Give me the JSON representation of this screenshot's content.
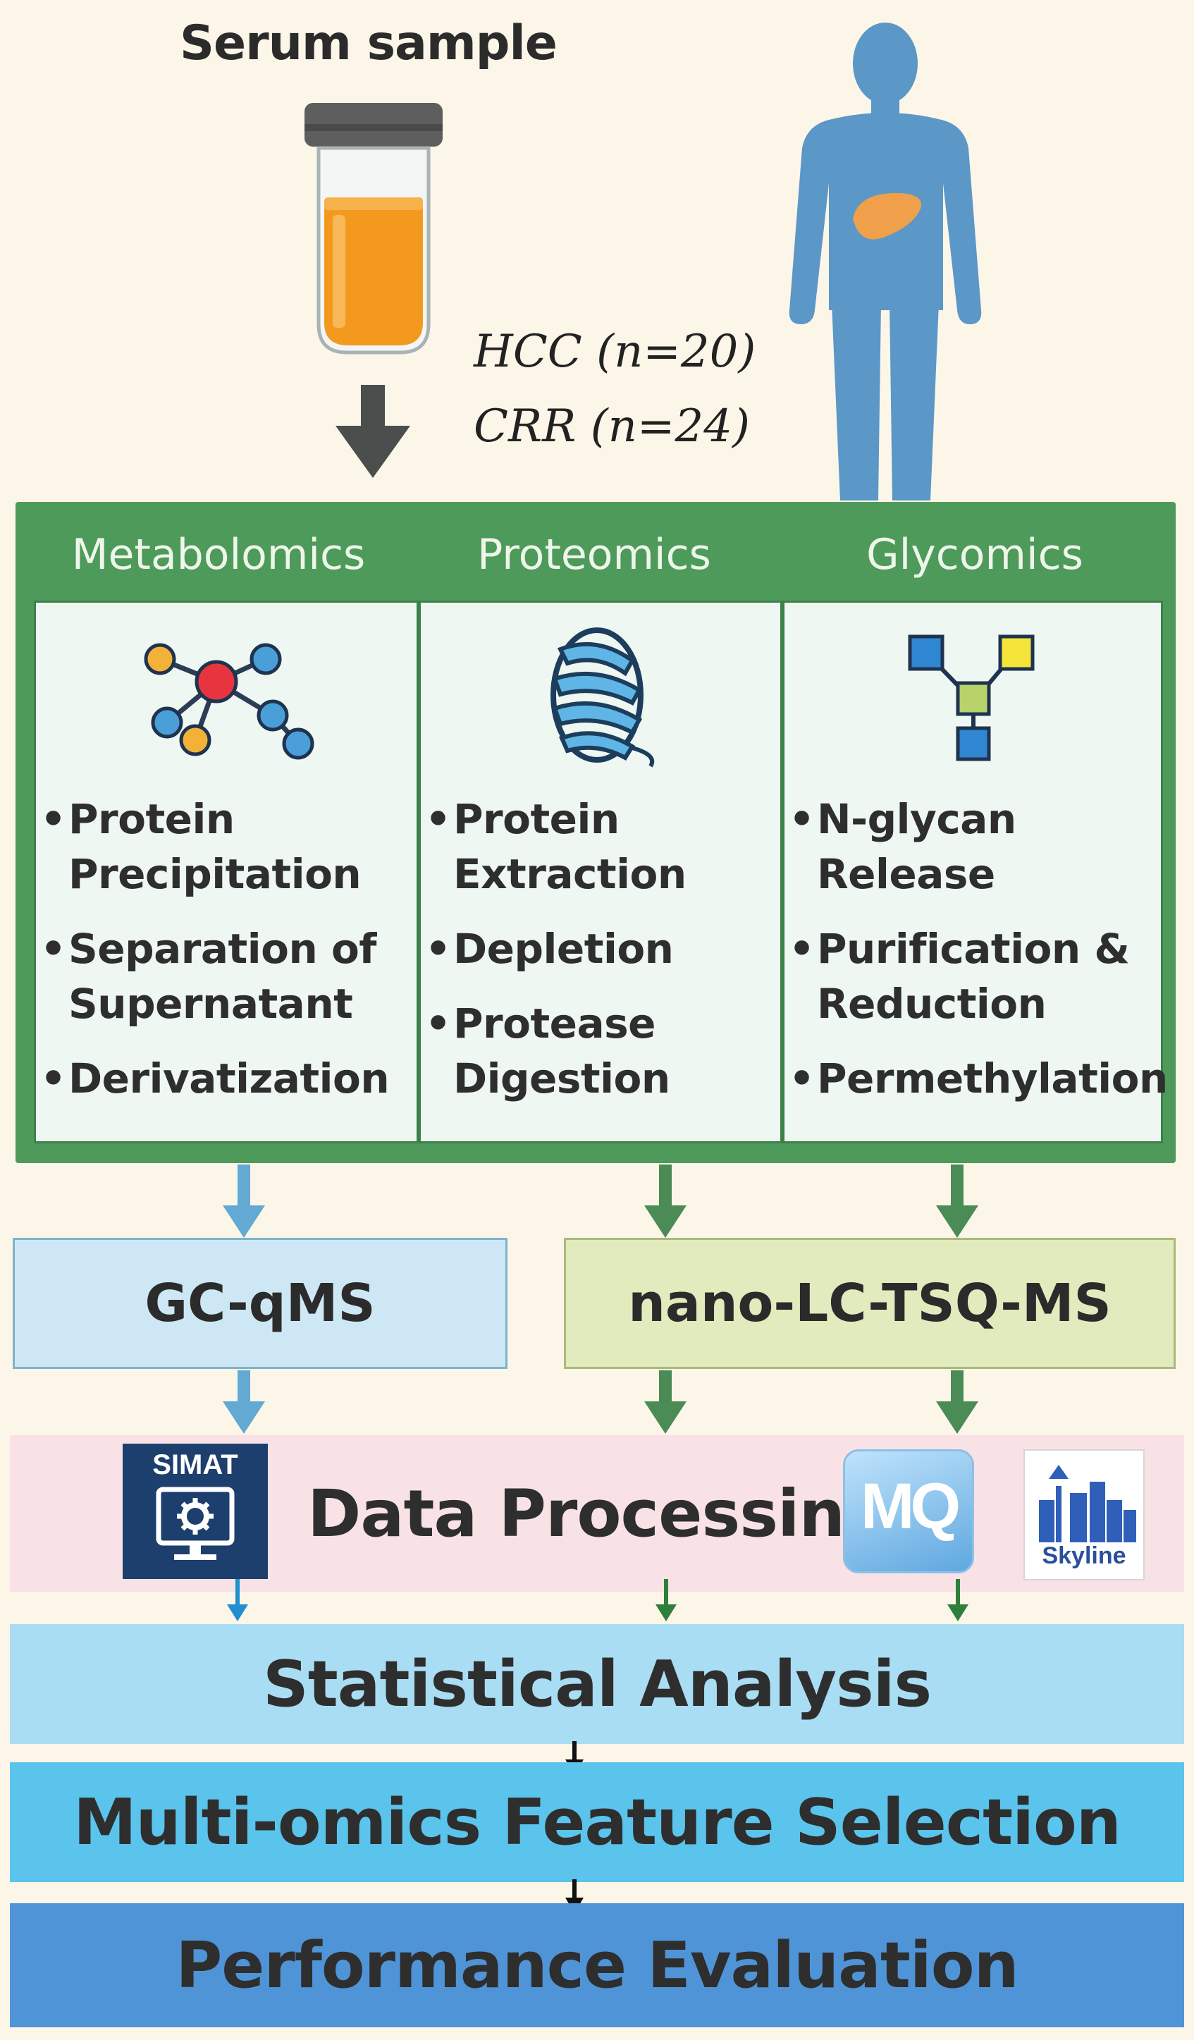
{
  "title": "Serum sample",
  "cohorts": [
    "HCC (n=20)",
    "CRR (n=24)"
  ],
  "omics": [
    {
      "name": "Metabolomics",
      "icon": "molecule-icon",
      "steps": [
        "Protein Precipitation",
        "Separation of Supernatant",
        "Derivatization"
      ]
    },
    {
      "name": "Proteomics",
      "icon": "protein-ribbon-icon",
      "steps": [
        "Protein Extraction",
        "Depletion",
        "Protease Digestion"
      ]
    },
    {
      "name": "Glycomics",
      "icon": "glycan-icon",
      "steps": [
        "N-glycan Release",
        "Purification & Reduction",
        "Permethylation"
      ]
    }
  ],
  "instruments": {
    "gc": "GC-qMS",
    "lc": "nano-LC-TSQ-MS"
  },
  "data_processing": {
    "label": "Data Processing",
    "logos": {
      "simat": "SIMAT",
      "maxquant": "MQ",
      "skyline": "Skyline"
    }
  },
  "stages": [
    "Statistical Analysis",
    "Multi-omics Feature Selection",
    "Performance Evaluation"
  ],
  "colors": {
    "omics_frame": "#4e9a5a",
    "gc_box": "#cde8f4",
    "lc_box": "#e1ebbd",
    "data_processing_band": "#f9e2e6",
    "statistical_analysis_band": "#a9ddf3",
    "feature_selection_band": "#5ac4ec",
    "performance_band": "#4f94d6"
  }
}
